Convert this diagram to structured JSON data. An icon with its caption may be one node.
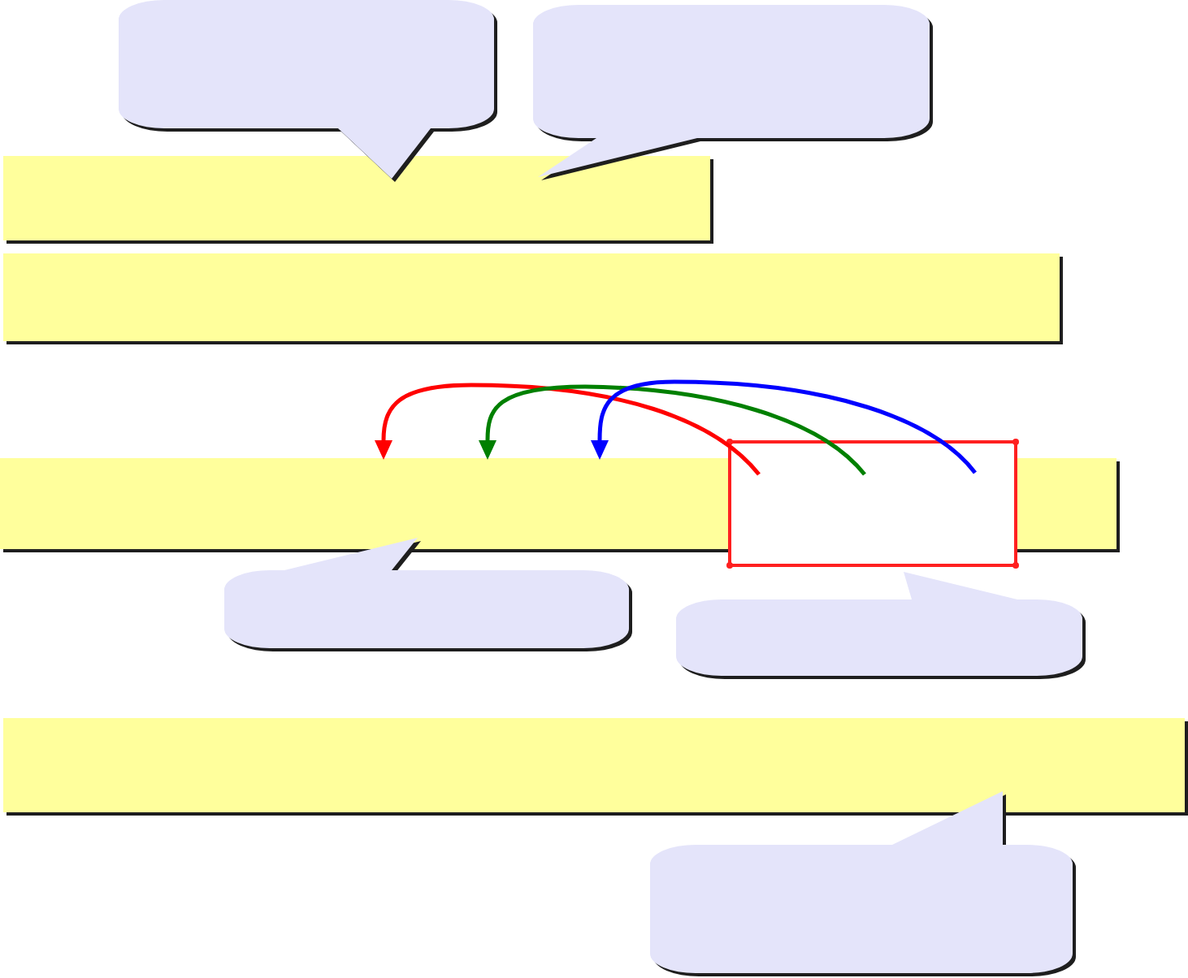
{
  "diagram": {
    "nodes": [
      {
        "text": [],
        "shape": "callout"
      },
      {
        "text": [],
        "shape": "callout"
      },
      {
        "text": [],
        "shape": "bar"
      },
      {
        "text": [],
        "shape": "bar"
      },
      {
        "text": [],
        "shape": "bar"
      },
      {
        "text": [],
        "shape": "box"
      },
      {
        "text": [],
        "shape": "callout"
      },
      {
        "text": [],
        "shape": "callout"
      },
      {
        "text": [],
        "shape": "bar"
      },
      {
        "text": [],
        "shape": "callout"
      }
    ],
    "edges": [
      {
        "from": 5,
        "to": 4,
        "arrow": "to",
        "color": "#ff0000"
      },
      {
        "from": 5,
        "to": 4,
        "arrow": "to",
        "color": "#008000"
      },
      {
        "from": 5,
        "to": 4,
        "arrow": "to",
        "color": "#0000ff"
      }
    ]
  }
}
